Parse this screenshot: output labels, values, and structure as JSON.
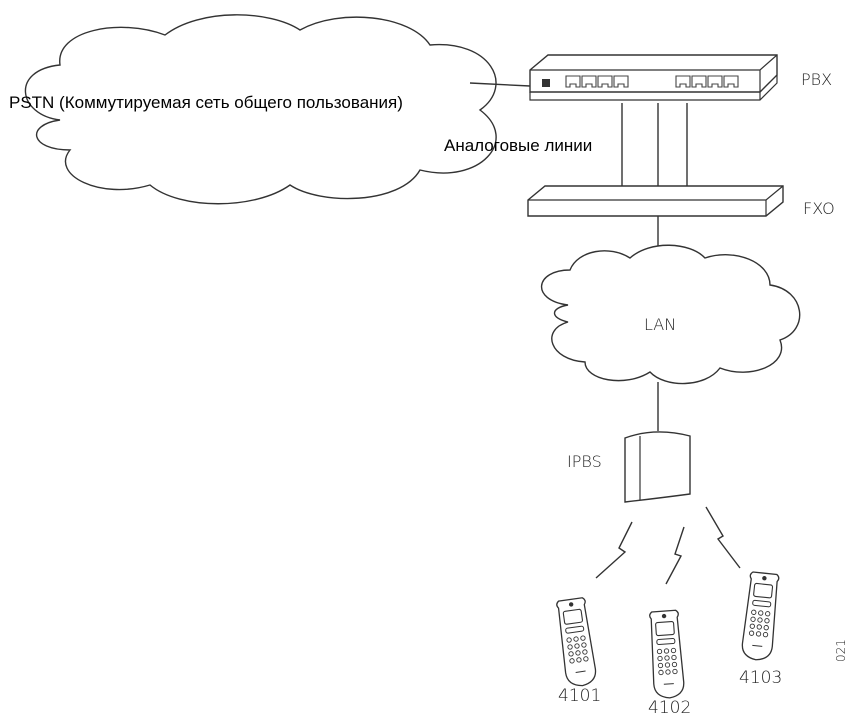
{
  "clouds": {
    "pstn_label": "PSTN (Коммутируемая сеть общего пользования)",
    "lan_label": "LAN"
  },
  "devices": {
    "pbx_label": "PBX",
    "fxo_label": "FXO",
    "ipbs_label": "IPBS"
  },
  "links": {
    "analog_lines_label": "Аналоговые линии"
  },
  "handsets": [
    {
      "label": "4101"
    },
    {
      "label": "4102"
    },
    {
      "label": "4103"
    }
  ],
  "figure_id": "021",
  "colors": {
    "stroke": "#333333",
    "fill": "#ffffff",
    "port": "#555555"
  }
}
